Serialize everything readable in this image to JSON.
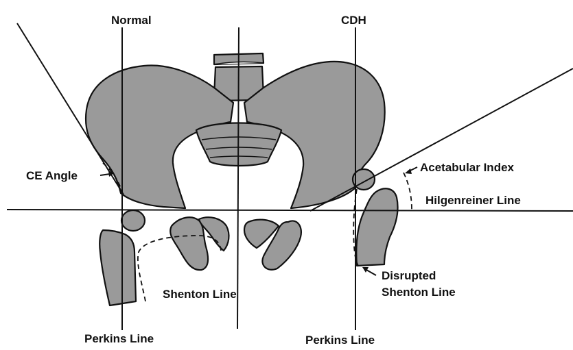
{
  "labels": {
    "normal": "Normal",
    "cdh": "CDH",
    "ce_angle": "CE Angle",
    "acetabular_index": "Acetabular Index",
    "hilgenreiner_line": "Hilgenreiner Line",
    "disrupted_shenton_line_1": "Disrupted",
    "disrupted_shenton_line_2": "Shenton Line",
    "shenton_line": "Shenton Line",
    "perkins_line_left": "Perkins Line",
    "perkins_line_right": "Perkins Line"
  },
  "colors": {
    "bone_fill": "#9a9a9a",
    "line": "#111111",
    "background": "#ffffff"
  }
}
